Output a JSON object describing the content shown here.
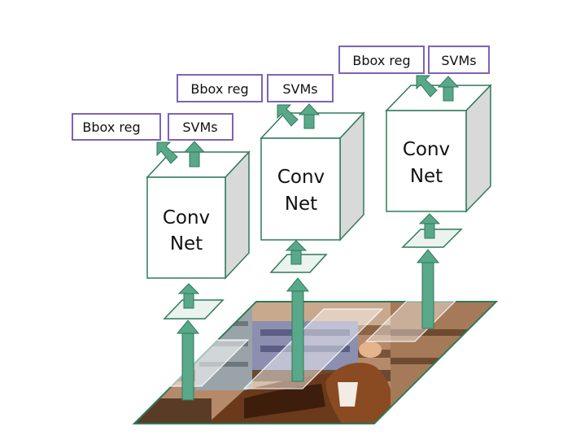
{
  "columns": [
    {
      "bbox_label": "Bbox reg",
      "svm_label": "SVMs",
      "net_line1": "Conv",
      "net_line2": "Net"
    },
    {
      "bbox_label": "Bbox reg",
      "svm_label": "SVMs",
      "net_line1": "Conv",
      "net_line2": "Net"
    },
    {
      "bbox_label": "Bbox reg",
      "svm_label": "SVMs",
      "net_line1": "Conv",
      "net_line2": "Net"
    }
  ],
  "colors": {
    "arrow": "#5aa88a",
    "net_outline": "#2e7a5a",
    "label_box_outline": "#7e63b5",
    "patch_fill": "#eaf3ee"
  },
  "image": {
    "subject": "rider on a brown horse (input image)"
  }
}
